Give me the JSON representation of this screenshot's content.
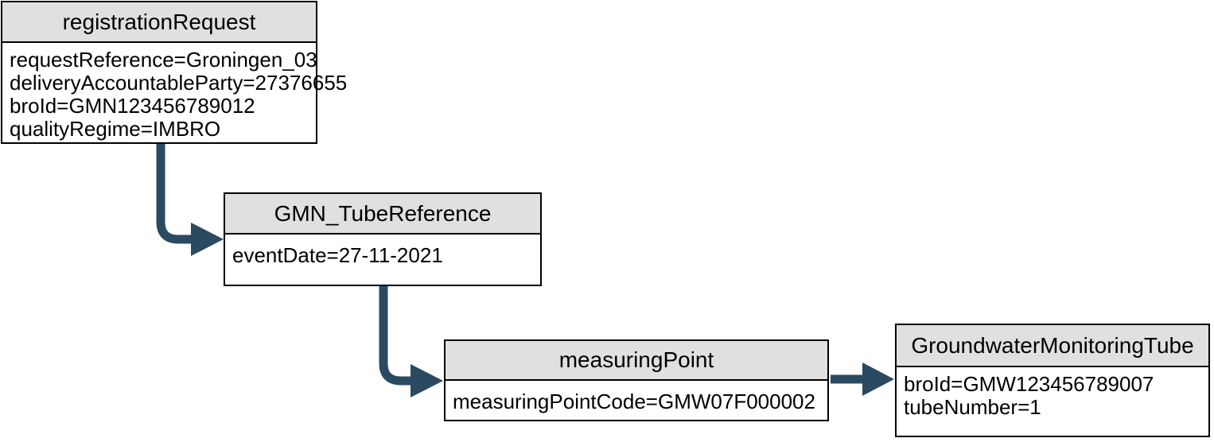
{
  "diagram": {
    "colors": {
      "arrow_color": "#2A4A62",
      "header_fill": "#E0E0E0",
      "border_color": "#000000",
      "canvas_bg": "#FFFFFF"
    },
    "nodes": [
      {
        "id": "registrationRequest",
        "title": "registrationRequest",
        "attributes": [
          "requestReference=Groningen_03",
          "deliveryAccountableParty=27376655",
          "broId=GMN123456789012",
          "qualityRegime=IMBRO"
        ]
      },
      {
        "id": "GMN_TubeReference",
        "title": "GMN_TubeReference",
        "attributes": [
          "eventDate=27-11-2021"
        ]
      },
      {
        "id": "measuringPoint",
        "title": "measuringPoint",
        "attributes": [
          "measuringPointCode=GMW07F000002"
        ]
      },
      {
        "id": "GroundwaterMonitoringTube",
        "title": "GroundwaterMonitoringTube",
        "attributes": [
          "broId=GMW123456789007",
          "tubeNumber=1"
        ]
      }
    ],
    "edges": [
      {
        "from": "registrationRequest",
        "to": "GMN_TubeReference"
      },
      {
        "from": "GMN_TubeReference",
        "to": "measuringPoint"
      },
      {
        "from": "measuringPoint",
        "to": "GroundwaterMonitoringTube"
      }
    ]
  }
}
